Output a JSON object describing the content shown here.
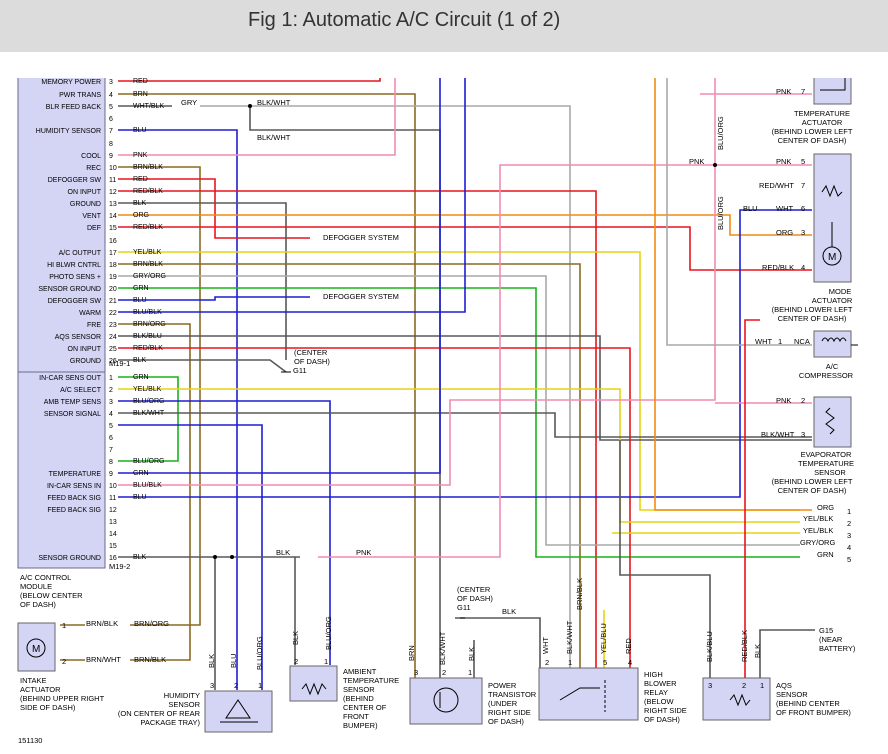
{
  "title": "Fig 1: Automatic A/C Circuit (1 of 2)",
  "colors": {
    "red": "#e8141e",
    "brown": "#8b6a22",
    "blue": "#1e1ed2",
    "pink": "#f08cb4",
    "blk": "#585858",
    "green": "#19b419",
    "orange": "#f08c14",
    "yellow": "#e6d414",
    "gry": "#a8a8a8",
    "module": "#d4d4f4"
  },
  "module_m19_1": {
    "label": "M19-1",
    "pins": [
      {
        "n": "3",
        "name": "MEMORY POWER",
        "wire": "RED"
      },
      {
        "n": "4",
        "name": "PWR TRANS",
        "wire": "BRN"
      },
      {
        "n": "5",
        "name": "BLR FEED BACK",
        "wire": "WHT/BLK"
      },
      {
        "n": "6",
        "name": "",
        "wire": ""
      },
      {
        "n": "7",
        "name": "HUMIDITY SENSOR",
        "wire": "BLU"
      },
      {
        "n": "8",
        "name": "",
        "wire": ""
      },
      {
        "n": "9",
        "name": "COOL",
        "wire": "PNK"
      },
      {
        "n": "10",
        "name": "REC",
        "wire": "BRN/BLK"
      },
      {
        "n": "11",
        "name": "DEFOGGER SW",
        "wire": "RED"
      },
      {
        "n": "12",
        "name": "ON INPUT",
        "wire": "RED/BLK"
      },
      {
        "n": "13",
        "name": "GROUND",
        "wire": "BLK"
      },
      {
        "n": "14",
        "name": "VENT",
        "wire": "ORG"
      },
      {
        "n": "15",
        "name": "DEF",
        "wire": "RED/BLK"
      },
      {
        "n": "16",
        "name": "",
        "wire": ""
      },
      {
        "n": "17",
        "name": "A/C OUTPUT",
        "wire": "YEL/BLK"
      },
      {
        "n": "18",
        "name": "HI BLWR CNTRL",
        "wire": "BRN/BLK"
      },
      {
        "n": "19",
        "name": "PHOTO SENS +",
        "wire": "GRY/ORG"
      },
      {
        "n": "20",
        "name": "SENSOR GROUND",
        "wire": "GRN"
      },
      {
        "n": "21",
        "name": "DEFOGGER SW",
        "wire": "BLU"
      },
      {
        "n": "22",
        "name": "WARM",
        "wire": "BLU/BLK"
      },
      {
        "n": "23",
        "name": "FRE",
        "wire": "BRN/ORG"
      },
      {
        "n": "24",
        "name": "AQS SENSOR",
        "wire": "BLK/BLU"
      },
      {
        "n": "25",
        "name": "ON INPUT",
        "wire": "RED/BLK"
      },
      {
        "n": "26",
        "name": "GROUND",
        "wire": "BLK"
      }
    ]
  },
  "module_m19_2": {
    "label": "M19-2",
    "pins": [
      {
        "n": "1",
        "name": "IN-CAR SENS OUT",
        "wire": "GRN"
      },
      {
        "n": "2",
        "name": "A/C SELECT",
        "wire": "YEL/BLK"
      },
      {
        "n": "3",
        "name": "AMB TEMP SENS",
        "wire": "BLU/ORG"
      },
      {
        "n": "4",
        "name": "SENSOR SIGNAL",
        "wire": "BLK/WHT"
      },
      {
        "n": "5",
        "name": "",
        "wire": ""
      },
      {
        "n": "6",
        "name": "",
        "wire": ""
      },
      {
        "n": "7",
        "name": "",
        "wire": ""
      },
      {
        "n": "8",
        "name": "",
        "wire": "BLU/ORG"
      },
      {
        "n": "9",
        "name": "TEMPERATURE",
        "wire": "GRN"
      },
      {
        "n": "10",
        "name": "IN-CAR SENS IN",
        "wire": "BLU/BLK"
      },
      {
        "n": "11",
        "name": "FEED BACK SIG",
        "wire": "BLU"
      },
      {
        "n": "12",
        "name": "FEED BACK SIG",
        "wire": ""
      },
      {
        "n": "13",
        "name": "",
        "wire": ""
      },
      {
        "n": "14",
        "name": "",
        "wire": ""
      },
      {
        "n": "15",
        "name": "",
        "wire": ""
      },
      {
        "n": "16",
        "name": "SENSOR GROUND",
        "wire": "BLK"
      }
    ]
  },
  "module_caption": [
    "A/C CONTROL",
    "MODULE",
    "(BELOW CENTER",
    "OF DASH)"
  ],
  "labels": {
    "gry": "GRY",
    "blk_wht_a": "BLK/WHT",
    "blk_wht_b": "BLK/WHT",
    "defogger_1": "DEFOGGER SYSTEM",
    "defogger_2": "DEFOGGER SYSTEM",
    "g11_center": [
      "(CENTER",
      "OF DASH)"
    ],
    "g11": "G11",
    "blk_m2": "BLK",
    "pnk_m2": "PNK",
    "figno": "151130"
  },
  "temp_actuator": {
    "caption": [
      "TEMPERATURE",
      "ACTUATOR",
      "(BEHIND LOWER LEFT",
      "CENTER OF DASH)"
    ],
    "pin": "7",
    "wire": "PNK"
  },
  "mode_actuator": {
    "caption": [
      "MODE",
      "ACTUATOR",
      "(BEHIND LOWER LEFT",
      "CENTER OF DASH)"
    ],
    "pins": [
      {
        "n": "5",
        "wire": "PNK"
      },
      {
        "n": "7",
        "wire": "RED/WHT"
      },
      {
        "n": "6",
        "wire": "WHT"
      },
      {
        "n": "3",
        "wire": "ORG"
      },
      {
        "n": "4",
        "wire": "RED/BLK"
      }
    ],
    "left_labels": {
      "pnk": "PNK",
      "blu": "BLU",
      "blu_org_1": "BLU/ORG",
      "blu_org_2": "BLU/ORG"
    }
  },
  "compressor": {
    "caption": [
      "A/C",
      "COMPRESSOR"
    ],
    "pin": "1",
    "wire": "WHT",
    "conn": "NCA"
  },
  "evap_sensor": {
    "caption": [
      "EVAPORATOR",
      "TEMPERATURE",
      "SENSOR",
      "(BEHIND LOWER LEFT",
      "CENTER OF DASH)"
    ],
    "pins": [
      {
        "n": "2",
        "wire": "PNK"
      },
      {
        "n": "3",
        "wire": "BLK/WHT"
      }
    ]
  },
  "to_page2": [
    {
      "wire": "ORG",
      "n": "1"
    },
    {
      "wire": "YEL/BLK",
      "n": "2"
    },
    {
      "wire": "YEL/BLK",
      "n": "3"
    },
    {
      "wire": "GRY/ORG",
      "n": "4"
    },
    {
      "wire": "GRN",
      "n": "5"
    }
  ],
  "intake_actuator": {
    "caption": [
      "INTAKE",
      "ACTUATOR",
      "(BEHIND UPPER RIGHT",
      "SIDE OF DASH)"
    ],
    "pins": [
      {
        "n": "1",
        "wire_a": "BRN/BLK",
        "wire_b": "BRN/ORG"
      },
      {
        "n": "2",
        "wire_a": "BRN/WHT",
        "wire_b": "BRN/BLK"
      }
    ]
  },
  "humidity_sensor": {
    "caption": [
      "HUMIDITY",
      "SENSOR",
      "(ON CENTER OF REAR",
      "PACKAGE TRAY)"
    ],
    "pins": [
      "3",
      "2",
      "1"
    ],
    "wires": [
      "BLK",
      "BLU",
      "BLU/ORG"
    ]
  },
  "ambient_sensor": {
    "caption": [
      "AMBIENT",
      "TEMPERATURE",
      "SENSOR",
      "(BEHIND",
      "CENTER OF",
      "FRONT",
      "BUMPER)"
    ],
    "pins": [
      "2",
      "1"
    ],
    "wires": [
      "BLK",
      "BLU/ORG"
    ]
  },
  "power_transistor": {
    "caption": [
      "POWER",
      "TRANSISTOR",
      "(UNDER",
      "RIGHT SIDE",
      "OF DASH)"
    ],
    "pins": [
      "3",
      "2",
      "1"
    ],
    "wires": [
      "BRN",
      "BLK/WHT",
      "BLK"
    ],
    "ground_caption": [
      "(CENTER",
      "OF DASH)"
    ],
    "ground": "G11",
    "ground_wire": "BLK"
  },
  "blower_relay": {
    "caption": [
      "HIGH",
      "BLOWER",
      "RELAY",
      "(BELOW",
      "RIGHT SIDE",
      "OF DASH)"
    ],
    "pins": [
      "2",
      "1",
      "5",
      "4"
    ],
    "wires": [
      "WHT",
      "BLK/WHT",
      "YEL/BLU",
      "RED"
    ],
    "top_wire": "BRN/BLK"
  },
  "aqs_sensor": {
    "caption": [
      "AQS",
      "SENSOR",
      "(BEHIND CENTER",
      "OF FRONT BUMPER)"
    ],
    "pins": [
      "3",
      "2",
      "1"
    ],
    "wires": [
      "BLK/BLU",
      "RED/BLK",
      "BLK"
    ],
    "ground_caption": [
      "(NEAR",
      "BATTERY)"
    ],
    "ground": "G15"
  }
}
